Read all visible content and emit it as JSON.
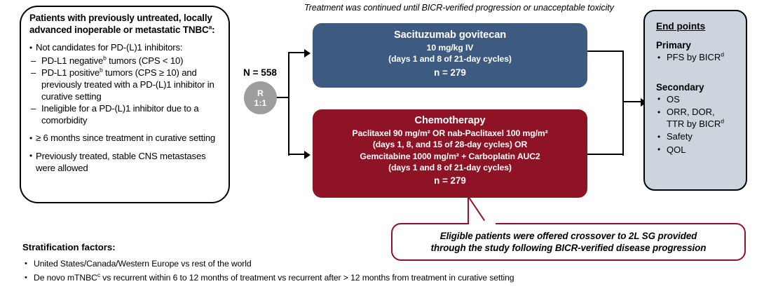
{
  "eligibility": {
    "title": "Patients with previously untreated, locally advanced inoperable or metastatic TNBC",
    "title_sup": "a",
    "title_suffix": ":",
    "items": [
      {
        "level": 1,
        "text": "Not candidates for PD-(L)1 inhibitors:"
      },
      {
        "level": 2,
        "text_pre": "PD-L1 negative",
        "sup": "b",
        "text_post": " tumors (CPS < 10)"
      },
      {
        "level": 2,
        "text_pre": "PD-L1 positive",
        "sup": "b",
        "text_post": " tumors (CPS ≥ 10) and previously treated with a PD-(L)1 inhibitor in curative setting"
      },
      {
        "level": 2,
        "text": "Ineligible for a PD-(L)1 inhibitor due to a comorbidity"
      },
      {
        "level": 1,
        "text": "≥ 6 months since treatment in curative setting"
      },
      {
        "level": 1,
        "text": "Previously treated, stable CNS metastases were allowed"
      }
    ]
  },
  "randomization": {
    "n_label": "N = 558",
    "ratio_letter": "R",
    "ratio_value": "1:1",
    "circle_color": "#9d9d9d"
  },
  "treatment_note": "Treatment was continued until BICR-verified progression or unacceptable toxicity",
  "arms": [
    {
      "id": "sacituzumab-govitecan",
      "title": "Sacituzumab govitecan",
      "lines": [
        "10 mg/kg IV",
        "(days 1 and 8 of 21-day cycles)"
      ],
      "n": "n = 279",
      "color": "#3d5a80"
    },
    {
      "id": "chemotherapy",
      "title": "Chemotherapy",
      "lines": [
        "Paclitaxel 90 mg/m² OR nab-Paclitaxel 100 mg/m²",
        "(days 1, 8, and 15 of 28-day cycles) OR",
        "Gemcitabine 1000 mg/m² + Carboplatin AUC2",
        "(days 1 and 8 of 21-day cycles)"
      ],
      "n": "n = 279",
      "color": "#8e1425"
    }
  ],
  "endpoints": {
    "title": "End points",
    "primary_label": "Primary",
    "primary": [
      {
        "text": "PFS by BICR",
        "sup": "d"
      }
    ],
    "secondary_label": "Secondary",
    "secondary": [
      {
        "text": "OS",
        "sup": ""
      },
      {
        "text": "ORR, DOR,",
        "sup": "",
        "sub_line_pre": "TTR by BICR",
        "sub_line_sup": "d"
      },
      {
        "text": "Safety",
        "sup": ""
      },
      {
        "text": "QOL",
        "sup": ""
      }
    ],
    "background": "#ccd4de"
  },
  "crossover": {
    "line1": "Eligible patients were offered crossover to 2L SG provided",
    "line2": "through the study following BICR-verified disease progression",
    "border_color": "#8e1425"
  },
  "stratification": {
    "title": "Stratification factors:",
    "items": [
      {
        "text": "United States/Canada/Western Europe vs rest of the world"
      },
      {
        "text_pre": "De novo mTNBC",
        "sup": "c",
        "text_post": " vs recurrent within 6 to 12 months of treatment vs recurrent after > 12 months from treatment in curative setting"
      }
    ]
  }
}
